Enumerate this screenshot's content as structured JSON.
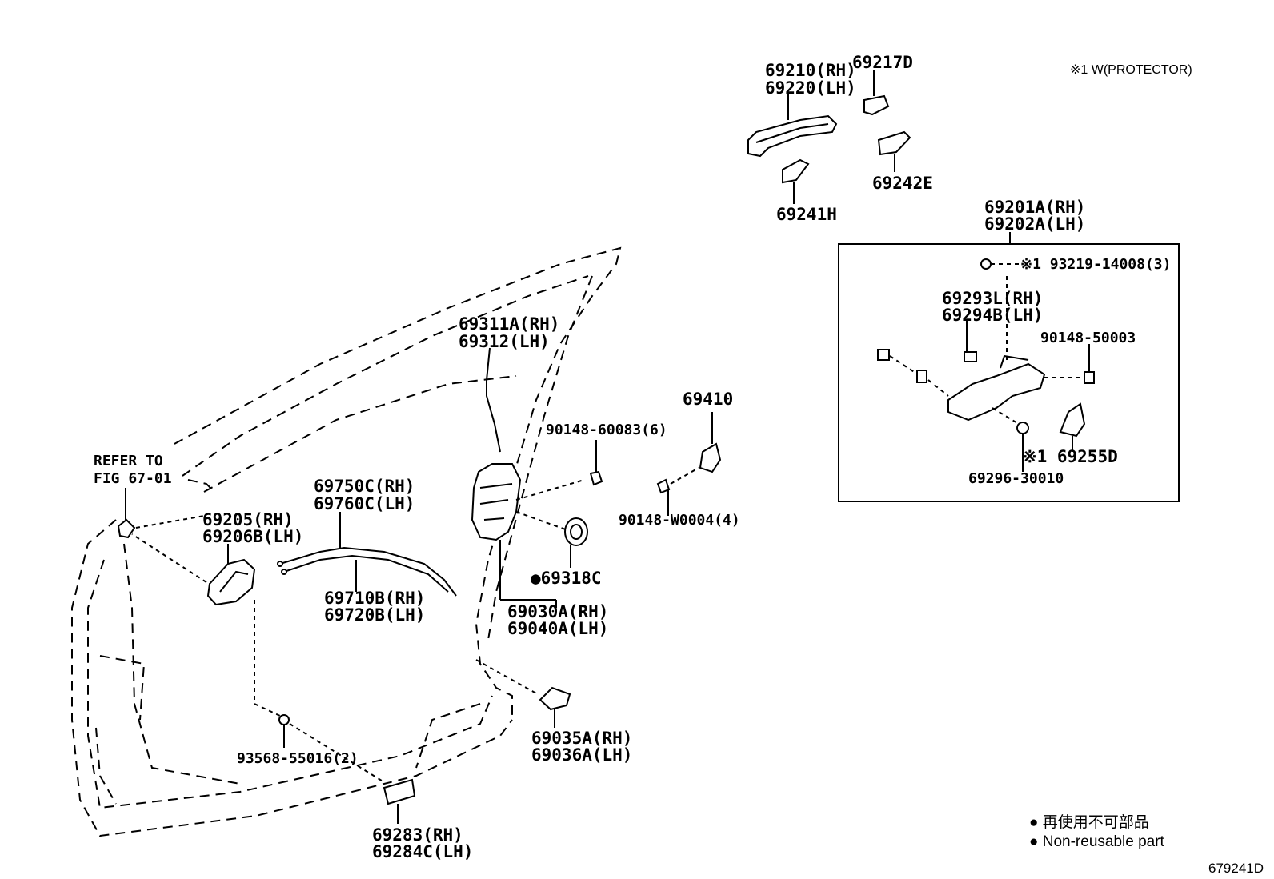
{
  "legend": {
    "protector_note": "※1 W(PROTECTOR)",
    "non_reusable_jp": "● 再使用不可部品",
    "non_reusable_en": "● Non-reusable part"
  },
  "figure_id": "679241D",
  "refer": {
    "line1": "REFER TO",
    "line2": "FIG 67-01"
  },
  "parts": {
    "p69210": "69210(RH)",
    "p69220": "69220(LH)",
    "p69217": "69217D",
    "p69242": "69242E",
    "p69241": "69241H",
    "p69201": "69201A(RH)",
    "p69202": "69202A(LH)",
    "p93219": "※1 93219-14008(3)",
    "p69293": "69293L(RH)",
    "p69294": "69294B(LH)",
    "p90148_50003": "90148-50003",
    "p69255": "※1 69255D",
    "p69296": "69296-30010",
    "p69311": "69311A(RH)",
    "p69312": "69312(LH)",
    "p69410": "69410",
    "p90148_60083": "90148-60083(6)",
    "p90148_w0004": "90148-W0004(4)",
    "p69750": "69750C(RH)",
    "p69760": "69760C(LH)",
    "p69205": "69205(RH)",
    "p69206": "69206B(LH)",
    "p69318": "●69318C",
    "p69710": "69710B(RH)",
    "p69720": "69720B(LH)",
    "p69030": "69030A(RH)",
    "p69040": "69040A(LH)",
    "p69035": "69035A(RH)",
    "p69036": "69036A(LH)",
    "p93568": "93568-55016(2)",
    "p69283": "69283(RH)",
    "p69284": "69284C(LH)"
  }
}
